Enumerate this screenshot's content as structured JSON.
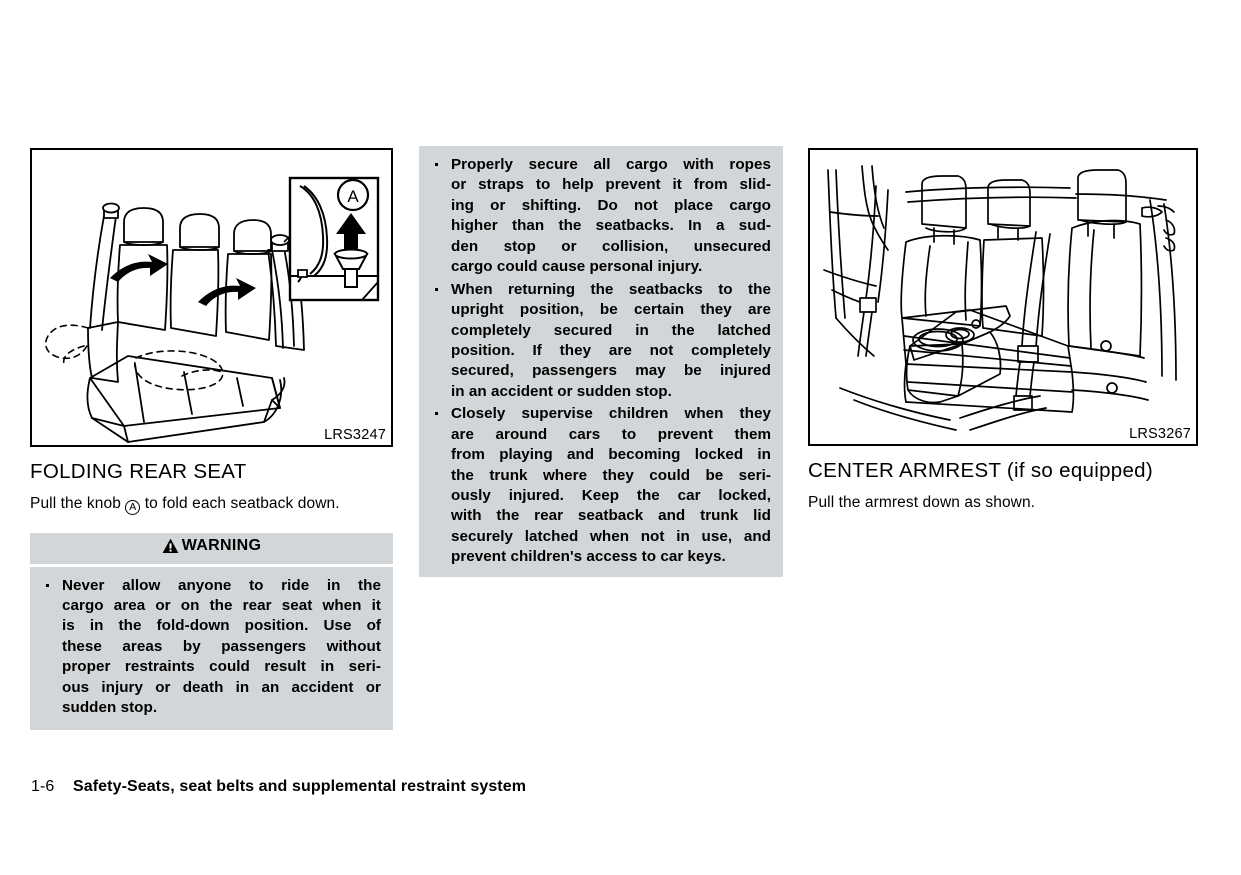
{
  "page": {
    "number": "1-6",
    "footer_title": "Safety-Seats, seat belts and supplemental restraint system"
  },
  "left_column": {
    "figure": {
      "code": "LRS3247",
      "alt": "Rear bench seat with seatbacks folding forward; inset detail shows knob with upward arrow labeled A",
      "callout_label": "A"
    },
    "heading": "FOLDING REAR SEAT",
    "body_line1_a": "Pull  the  knob",
    "body_line1_symbol": "A",
    "body_line1_b": "to  fold  each  seatback",
    "body_line2": "down.",
    "warning": {
      "label": "WARNING",
      "icon": "warning-triangle-icon",
      "bullets": [
        {
          "lines": [
            "Never  allow  anyone  to  ride  in  the",
            "cargo area or on the rear seat when it",
            "is  in  the  fold-down  position.  Use  of",
            "these  areas  by  passengers  without",
            "proper restraints could result in seri-",
            "ous  injury  or  death  in  an  accident  or",
            "sudden stop."
          ]
        }
      ]
    }
  },
  "middle_column": {
    "bullets": [
      {
        "lines": [
          "Properly  secure  all  cargo  with  ropes",
          "or straps to help prevent it from slid-",
          "ing  or  shifting.  Do  not  place  cargo",
          "higher than the seatbacks. In a sud-",
          "den  stop  or  collision,  unsecured",
          "cargo could cause personal injury."
        ]
      },
      {
        "lines": [
          "When returning the seatbacks to the",
          "upright position, be certain they are",
          "completely  secured  in  the  latched",
          "position.  If  they  are  not  completely",
          "secured, passengers may be injured",
          "in an accident or sudden stop."
        ]
      },
      {
        "lines": [
          "Closely supervise children when they",
          "are  around  cars  to  prevent  them",
          "from playing and becoming locked in",
          "the  trunk  where  they  could  be  seri-",
          "ously  injured.  Keep  the  car  locked,",
          "with  the  rear  seatback  and  trunk  lid",
          "securely latched when not in use, and",
          "prevent children's access to car keys."
        ]
      }
    ]
  },
  "right_column": {
    "figure": {
      "code": "LRS3267",
      "alt": "Rear seat interior view with center armrest folded down showing cup holders"
    },
    "heading": "CENTER ARMREST (if so equipped)",
    "body": "Pull the armrest down as shown."
  }
}
